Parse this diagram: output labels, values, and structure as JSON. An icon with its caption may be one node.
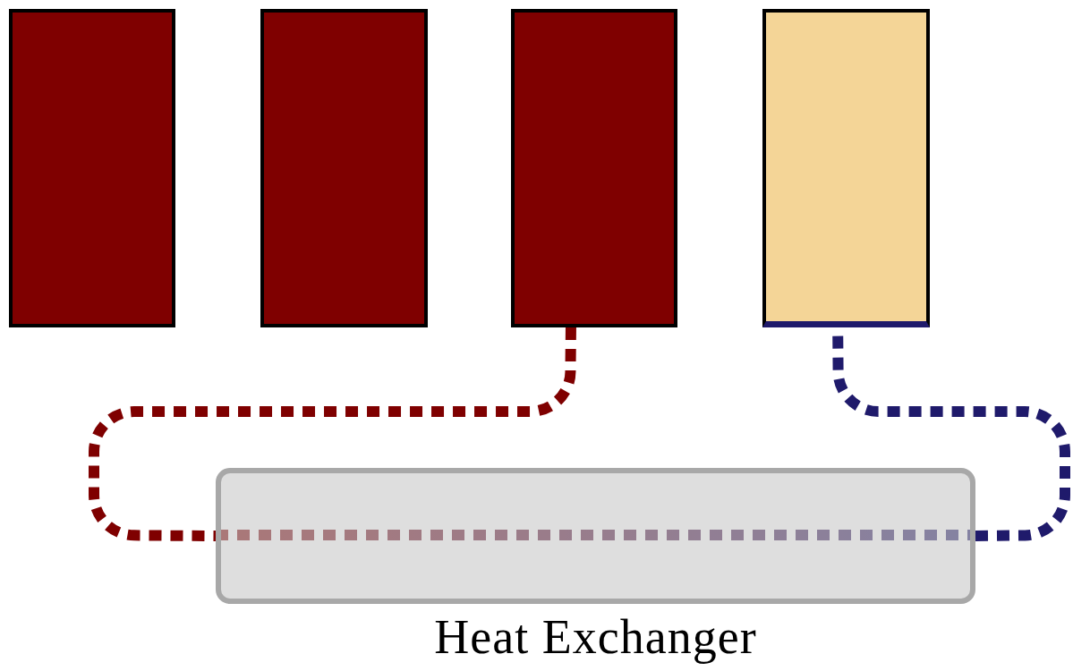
{
  "diagram": {
    "nodes": [
      {
        "text": [],
        "shape": "box"
      },
      {
        "text": [],
        "shape": "box"
      },
      {
        "text": [],
        "shape": "box"
      },
      {
        "text": [],
        "shape": "box"
      },
      {
        "text": [
          "Heat Exchanger"
        ]
      }
    ],
    "edges": [
      {
        "from": 2,
        "to": 4,
        "arrow": "none",
        "style": "dashed",
        "color": "#7f0000"
      },
      {
        "from": 4,
        "to": 3,
        "arrow": "none",
        "style": "dashed",
        "color": "#1f1a6b"
      }
    ]
  }
}
